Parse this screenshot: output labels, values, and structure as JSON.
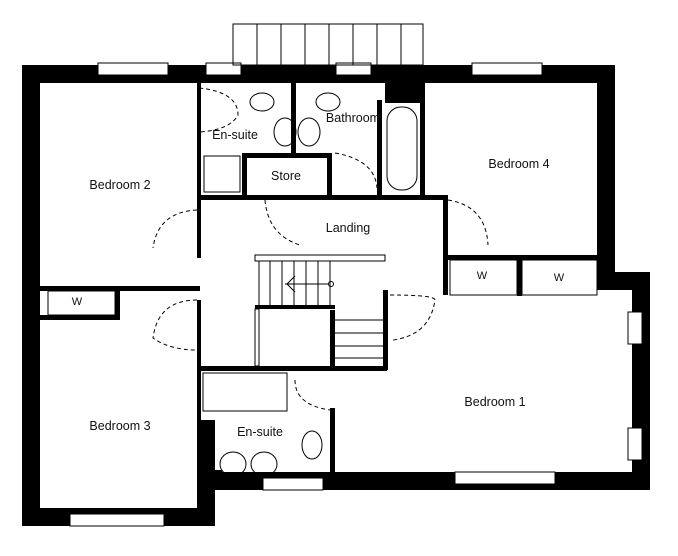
{
  "rooms": {
    "bedroom2": "Bedroom 2",
    "ensuite_top": "En-suite",
    "bathroom": "Bathroom",
    "store": "Store",
    "bedroom4": "Bedroom 4",
    "landing": "Landing",
    "bedroom3": "Bedroom 3",
    "ensuite_bottom": "En-suite",
    "bedroom1": "Bedroom 1"
  },
  "wardrobes": [
    "W",
    "W",
    "W"
  ],
  "colors": {
    "wall": "#000000",
    "line": "#111111",
    "background": "#ffffff"
  }
}
